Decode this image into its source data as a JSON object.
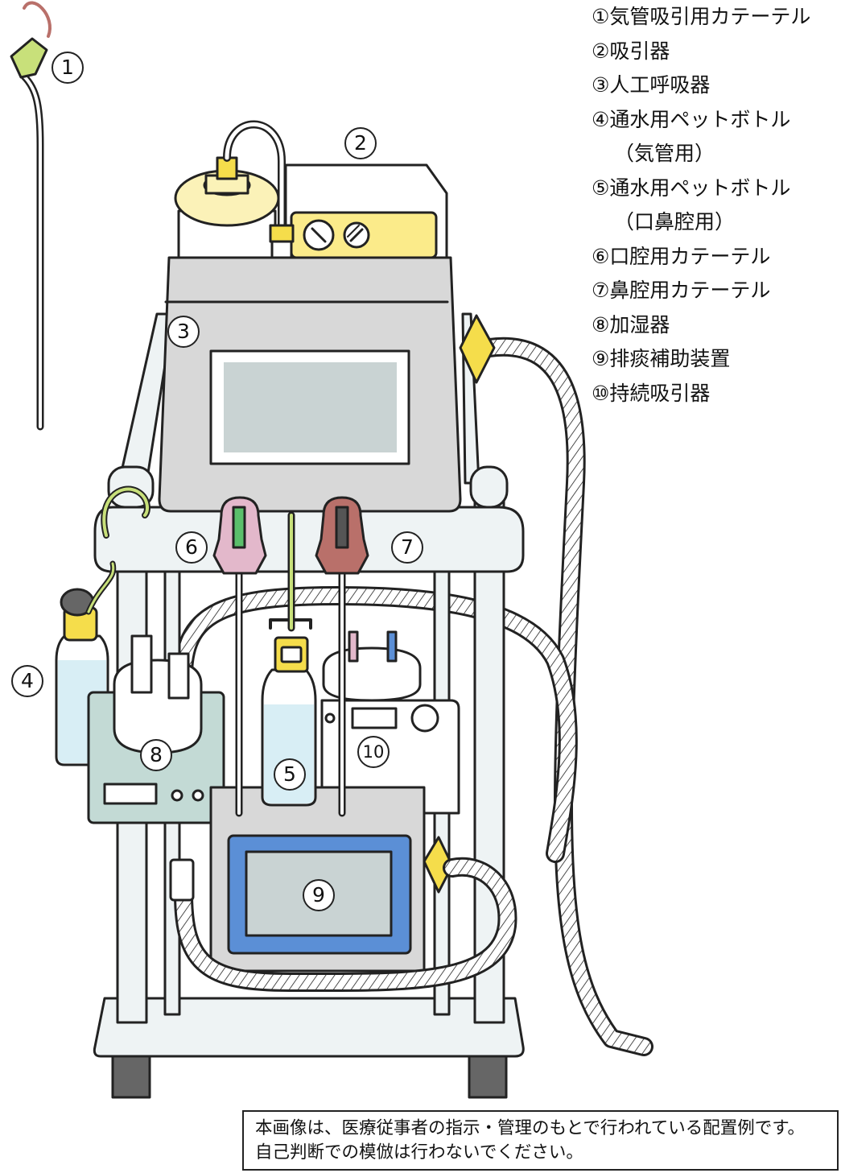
{
  "legend": [
    {
      "num": "①",
      "label": "気管吸引用カテーテル"
    },
    {
      "num": "②",
      "label": "吸引器"
    },
    {
      "num": "③",
      "label": "人工呼吸器"
    },
    {
      "num": "④",
      "label": "通水用ペットボトル",
      "sub": "（気管用）"
    },
    {
      "num": "⑤",
      "label": "通水用ペットボトル",
      "sub": "（口鼻腔用）"
    },
    {
      "num": "⑥",
      "label": "口腔用カテーテル"
    },
    {
      "num": "⑦",
      "label": "鼻腔用カテーテル"
    },
    {
      "num": "⑧",
      "label": "加湿器"
    },
    {
      "num": "⑨",
      "label": "排痰補助装置"
    },
    {
      "num": "⑩",
      "label": "持続吸引器"
    }
  ],
  "legend_text": {
    "l1": "①気管吸引用カテーテル",
    "l2": "②吸引器",
    "l3": "③人工呼吸器",
    "l4": "④通水用ペットボトル",
    "l4sub": "（気管用）",
    "l5": "⑤通水用ペットボトル",
    "l5sub": "（口鼻腔用）",
    "l6": "⑥口腔用カテーテル",
    "l7": "⑦鼻腔用カテーテル",
    "l8": "⑧加湿器",
    "l9": "⑨排痰補助装置",
    "l10": "⑩持続吸引器"
  },
  "callouts": {
    "c1": "1",
    "c2": "2",
    "c3": "3",
    "c4": "4",
    "c5": "5",
    "c6": "6",
    "c7": "7",
    "c8": "8",
    "c9": "9",
    "c10": "10"
  },
  "notice": {
    "line1": "本画像は、医療従事者の指示・管理のもとで行われている配置例です。",
    "line2": "自己判断での模倣は行わないでください。"
  },
  "colors": {
    "outline": "#222222",
    "cart": "#eef3f4",
    "ventilator": "#d8d8d8",
    "screen": "#c9d3d3",
    "suction_panel": "#fbeb8a",
    "humidifier": "#c3dad5",
    "water": "#d8eef5",
    "cough_device_frame": "#5b8fd6",
    "pink_clip": "#e3b8cb",
    "red_clip": "#b9706a",
    "yellow": "#f5dd4b"
  }
}
